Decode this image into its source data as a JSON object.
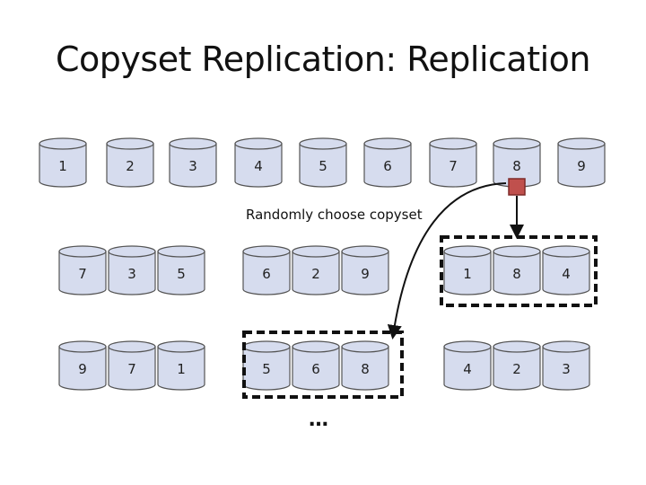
{
  "title": "Copyset Replication: Replication",
  "caption": "Randomly choose copyset",
  "ellipsis": "…",
  "top_row": [
    "1",
    "2",
    "3",
    "4",
    "5",
    "6",
    "7",
    "8",
    "9"
  ],
  "copyset_rows": [
    [
      [
        "7",
        "3",
        "5"
      ],
      [
        "6",
        "2",
        "9"
      ],
      [
        "1",
        "8",
        "4"
      ]
    ],
    [
      [
        "9",
        "7",
        "1"
      ],
      [
        "5",
        "6",
        "8"
      ],
      [
        "4",
        "2",
        "3"
      ]
    ]
  ],
  "colors": {
    "disk_fill": "#d6dcee",
    "disk_stroke": "#555555",
    "chunk_fill": "#c0504d",
    "chunk_stroke": "#7f2a28"
  }
}
